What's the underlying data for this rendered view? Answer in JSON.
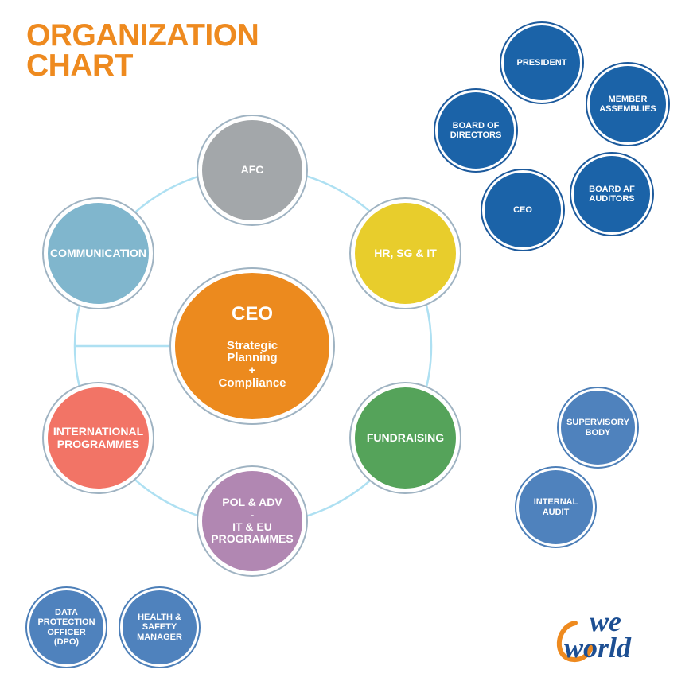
{
  "title": {
    "line1": "ORGANIZATION",
    "line2": "CHART"
  },
  "center": {
    "title": "CEO",
    "subtitle": "Strategic\nPlanning\n+\nCompliance",
    "color": "#ec8a1e"
  },
  "ring_nodes": [
    {
      "id": "afc",
      "label": "AFC",
      "color": "#a3a7aa"
    },
    {
      "id": "hr",
      "label": "HR, SG & IT",
      "color": "#e8cd2c"
    },
    {
      "id": "fundraising",
      "label": "FUNDRAISING",
      "color": "#55a35a"
    },
    {
      "id": "pol",
      "label": "POL & ADV\n-\nIT & EU\nPROGRAMMES",
      "color": "#b187b2"
    },
    {
      "id": "international",
      "label": "INTERNATIONAL\nPROGRAMMES",
      "color": "#f27466"
    },
    {
      "id": "communication",
      "label": "COMMUNICATION",
      "color": "#80b6cd"
    }
  ],
  "governance": [
    {
      "id": "president",
      "label": "PRESIDENT"
    },
    {
      "id": "member-assemblies",
      "label": "MEMBER\nASSEMBLIES"
    },
    {
      "id": "board-of-directors",
      "label": "BOARD OF\nDIRECTORS"
    },
    {
      "id": "board-af-auditors",
      "label": "BOARD AF\nAUDITORS"
    },
    {
      "id": "ceo-small",
      "label": "CEO"
    }
  ],
  "governance_color": "#1b63a8",
  "control": [
    {
      "id": "supervisory-body",
      "label": "SUPERVISORY\nBODY"
    },
    {
      "id": "internal-audit",
      "label": "INTERNAL\nAUDIT"
    }
  ],
  "support": [
    {
      "id": "dpo",
      "label": "DATA\nPROTECTION\nOFFICER\n(DPO)"
    },
    {
      "id": "health-safety",
      "label": "HEALTH & SAFETY\nMANAGER"
    }
  ],
  "secondary_color": "#4f82bd",
  "logo": {
    "line1": "we",
    "line2": "world",
    "color": "#1d4f93",
    "accent": "#ee8a1f"
  }
}
